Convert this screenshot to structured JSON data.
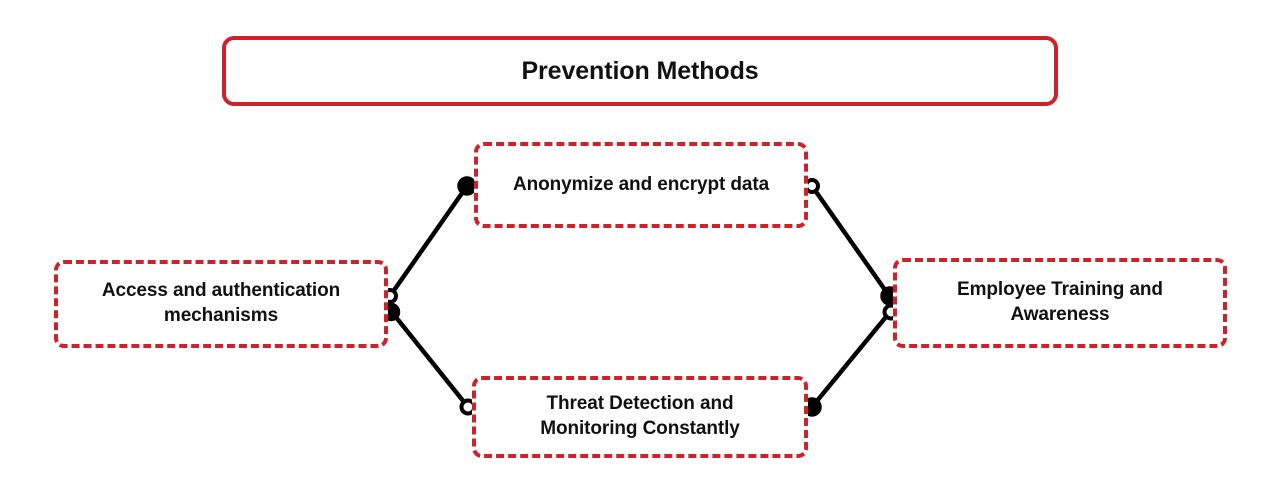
{
  "diagram": {
    "title_node": {
      "label": "Prevention Methods",
      "style": "solid",
      "border_color": "#cc2229"
    },
    "nodes": [
      {
        "id": "access",
        "label": "Access and authentication\nmechanisms",
        "style": "dashed",
        "border_color": "#cc2229"
      },
      {
        "id": "anonymize",
        "label": "Anonymize and encrypt data",
        "style": "dashed",
        "border_color": "#cc2229"
      },
      {
        "id": "threat",
        "label": "Threat Detection and\nMonitoring Constantly",
        "style": "dashed",
        "border_color": "#cc2229"
      },
      {
        "id": "employee",
        "label": "Employee Training and\nAwareness",
        "style": "dashed",
        "border_color": "#cc2229"
      }
    ],
    "edges": [
      {
        "id": "access-to-anonymize",
        "from": "access",
        "to": "anonymize",
        "from_marker": "hollow-circle",
        "to_marker": "filled-circle",
        "color": "#000000"
      },
      {
        "id": "access-to-threat",
        "from": "access",
        "to": "threat",
        "from_marker": "filled-circle",
        "to_marker": "hollow-circle",
        "color": "#000000"
      },
      {
        "id": "anonymize-to-employee",
        "from": "anonymize",
        "to": "employee",
        "from_marker": "hollow-circle",
        "to_marker": "filled-circle",
        "color": "#000000"
      },
      {
        "id": "threat-to-employee",
        "from": "threat",
        "to": "employee",
        "from_marker": "filled-circle",
        "to_marker": "hollow-circle",
        "color": "#000000"
      }
    ],
    "background_color": "#ffffff",
    "text_color": "#111111"
  }
}
